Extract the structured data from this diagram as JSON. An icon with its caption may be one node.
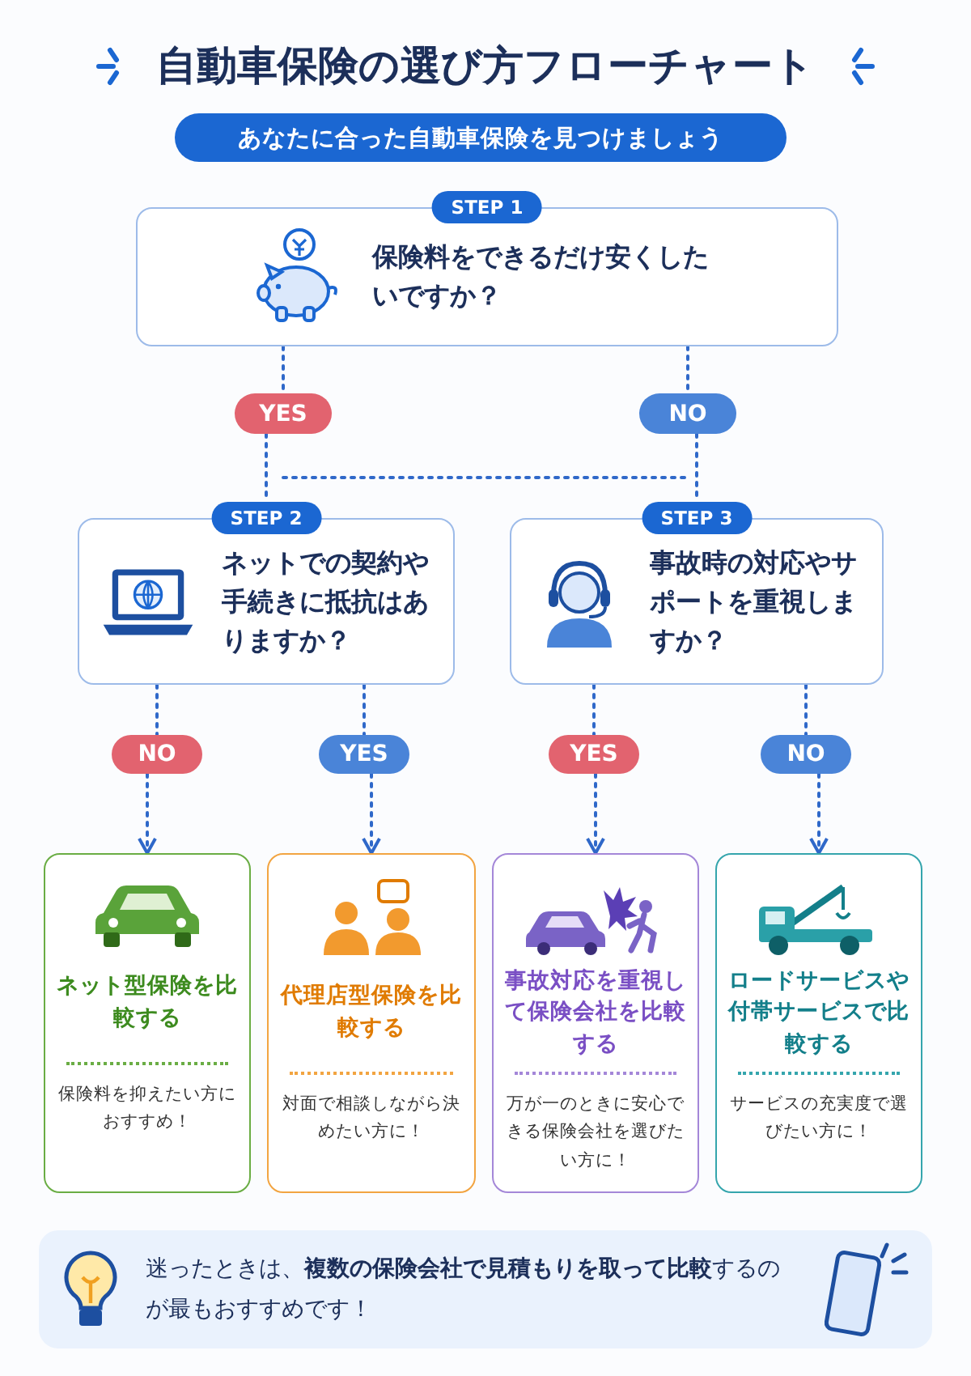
{
  "diagram": {
    "title": "自動車保険の選び方フローチャート",
    "nodes": [
      {
        "text": [
          "STEP 1",
          "保険料をできるだけ安くしたいですか？"
        ]
      },
      {
        "text": [
          "YES"
        ]
      },
      {
        "text": [
          "NO"
        ]
      },
      {
        "text": [
          "STEP 2",
          "ネットでの契約や手続きに抵抗はありますか？"
        ]
      },
      {
        "text": [
          "STEP 3",
          "事故時の対応やサポートを重視しますか？"
        ]
      },
      {
        "text": [
          "NO"
        ]
      },
      {
        "text": [
          "YES"
        ]
      },
      {
        "text": [
          "YES"
        ]
      },
      {
        "text": [
          "NO"
        ]
      },
      {
        "text": [
          "ネット型保険を比較する",
          "保険料を抑えたい方におすすめ！"
        ]
      },
      {
        "text": [
          "代理店型保険を比較する",
          "対面で相談しながら決めたい方に！"
        ]
      },
      {
        "text": [
          "事故対応を重視して保険会社を比較する",
          "万が一のときに安心できる保険会社を選びたい方に！"
        ]
      },
      {
        "text": [
          "ロードサービスや付帯サービスで比較する",
          "サービスの充実度で選びたい方に！"
        ]
      },
      {
        "text": [
          "迷ったときは、**複数の保険会社で見積もりを取って比較**するのが最もおすすめです！"
        ]
      }
    ],
    "edges": [
      {
        "from": 0,
        "to": 1,
        "arrow": "none",
        "style": "dashed"
      },
      {
        "from": 0,
        "to": 2,
        "arrow": "none",
        "style": "dashed"
      },
      {
        "from": 1,
        "to": 3,
        "arrow": "none",
        "style": "dashed"
      },
      {
        "from": 2,
        "to": 4,
        "arrow": "none",
        "style": "dashed"
      },
      {
        "from": 3,
        "to": 5,
        "arrow": "none",
        "style": "dashed"
      },
      {
        "from": 3,
        "to": 6,
        "arrow": "none",
        "style": "dashed"
      },
      {
        "from": 4,
        "to": 7,
        "arrow": "none",
        "style": "dashed"
      },
      {
        "from": 4,
        "to": 8,
        "arrow": "none",
        "style": "dashed"
      },
      {
        "from": 5,
        "to": 9,
        "arrow": "to",
        "style": "dashed"
      },
      {
        "from": 6,
        "to": 10,
        "arrow": "to",
        "style": "dashed"
      },
      {
        "from": 7,
        "to": 11,
        "arrow": "to",
        "style": "dashed"
      },
      {
        "from": 8,
        "to": 12,
        "arrow": "to",
        "style": "dashed"
      }
    ],
    "labels": [
      "あなたに合った自動車保険を見つけましょう"
    ]
  }
}
